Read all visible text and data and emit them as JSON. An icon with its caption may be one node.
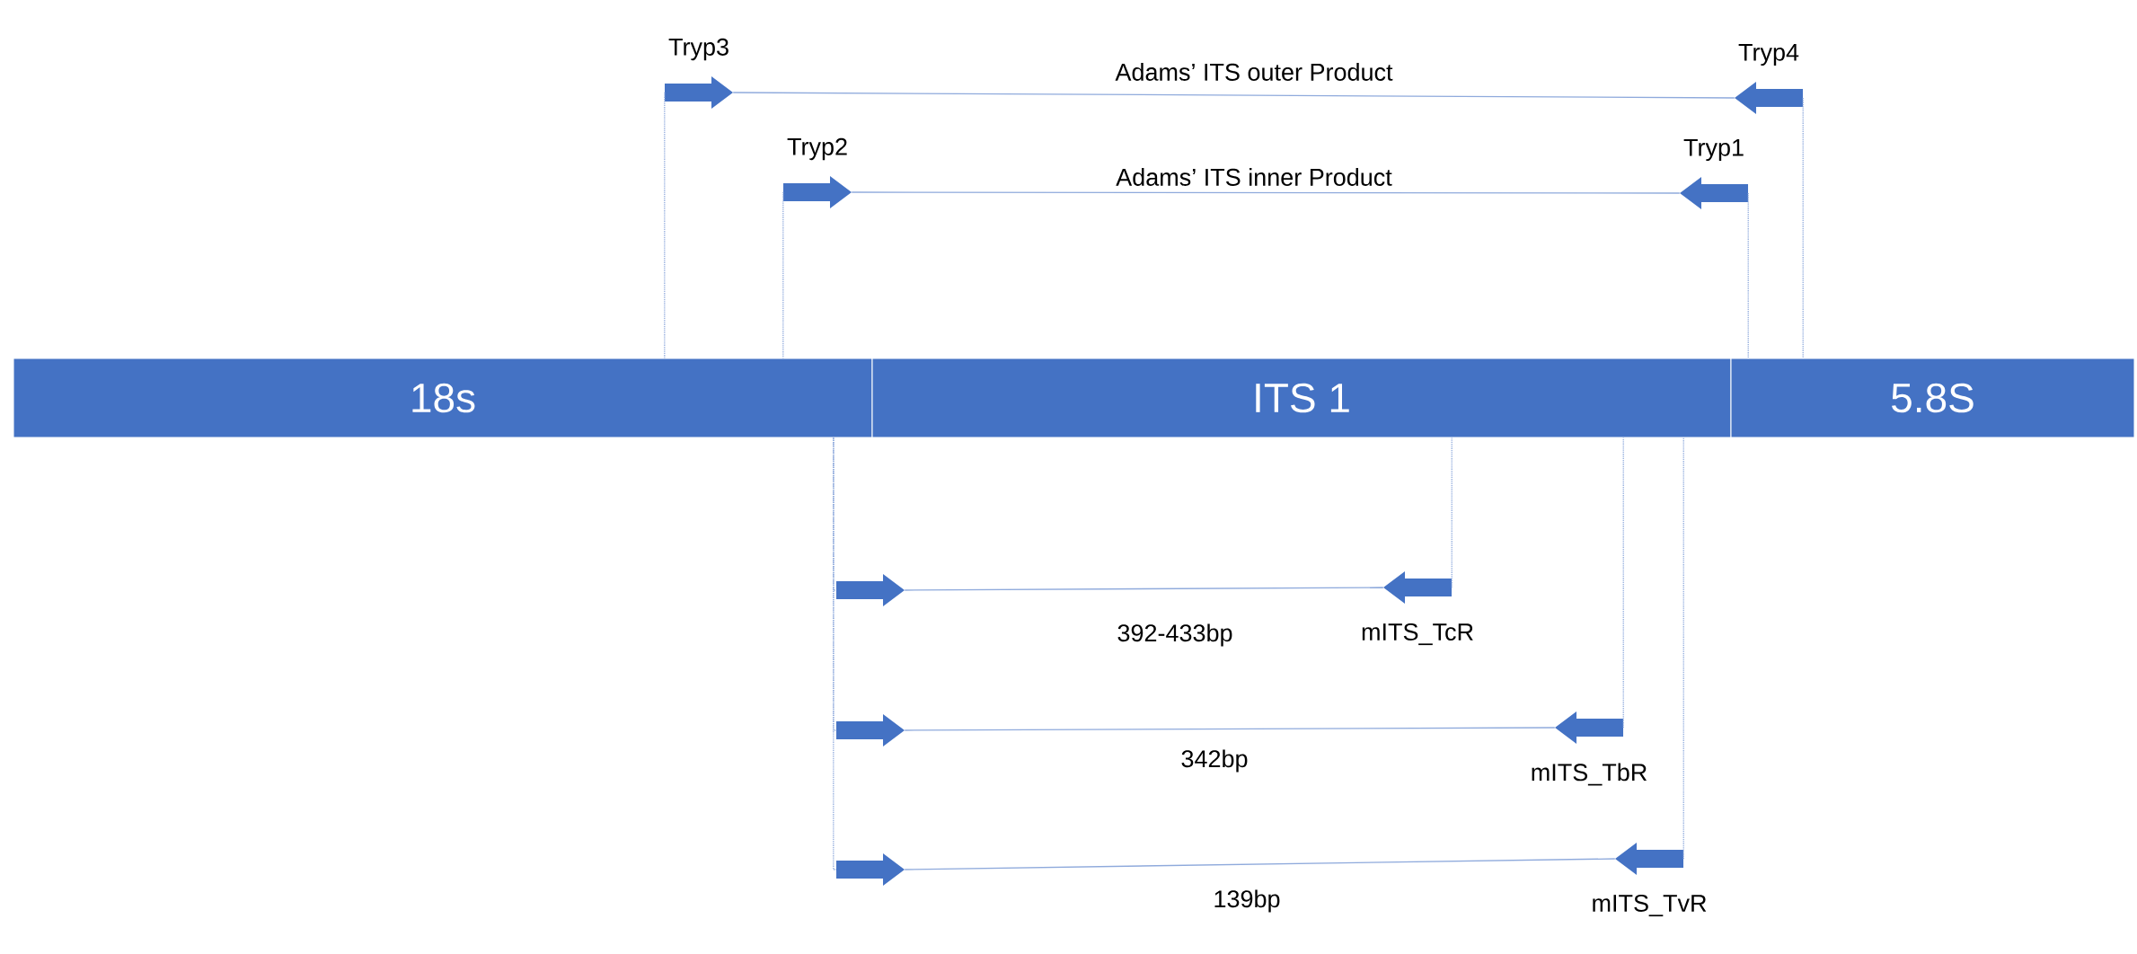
{
  "diagram": {
    "nodes": [
      {
        "text": [
          "18s"
        ]
      },
      {
        "text": [
          "ITS 1"
        ]
      },
      {
        "text": [
          "5.8S"
        ]
      },
      {
        "text": [
          "Tryp3"
        ]
      },
      {
        "text": [
          "Tryp4"
        ]
      },
      {
        "text": [
          "Tryp2"
        ]
      },
      {
        "text": [
          "Tryp1"
        ]
      },
      {
        "text": [],
        "shape": "arrow"
      },
      {
        "text": [
          "mITS_TcR"
        ]
      },
      {
        "text": [],
        "shape": "arrow"
      },
      {
        "text": [
          "mITS_TbR"
        ]
      },
      {
        "text": [],
        "shape": "arrow"
      },
      {
        "text": [
          "mITS_TvR"
        ]
      }
    ],
    "edges": [
      {
        "from": 3,
        "to": 4,
        "arrow": "none",
        "label": "Adams’ ITS outer Product"
      },
      {
        "from": 5,
        "to": 6,
        "arrow": "none",
        "label": "Adams’ ITS inner Product"
      },
      {
        "from": 7,
        "to": 8,
        "arrow": "none",
        "label": "392-433bp"
      },
      {
        "from": 9,
        "to": 10,
        "arrow": "none",
        "label": "342bp"
      },
      {
        "from": 11,
        "to": 12,
        "arrow": "none",
        "label": "139bp"
      },
      {
        "from": 3,
        "to": 0,
        "arrow": "none",
        "style": "dashed"
      },
      {
        "from": 5,
        "to": 0,
        "arrow": "none",
        "style": "dashed"
      },
      {
        "from": 6,
        "to": 2,
        "arrow": "none",
        "style": "dashed"
      },
      {
        "from": 4,
        "to": 2,
        "arrow": "none",
        "style": "dashed"
      },
      {
        "from": 0,
        "to": 7,
        "arrow": "none",
        "style": "dashed"
      },
      {
        "from": 0,
        "to": 9,
        "arrow": "none",
        "style": "dashed"
      },
      {
        "from": 0,
        "to": 11,
        "arrow": "none",
        "style": "dashed"
      },
      {
        "from": 8,
        "to": 1,
        "arrow": "none",
        "style": "dashed"
      },
      {
        "from": 10,
        "to": 1,
        "arrow": "none",
        "style": "dashed"
      },
      {
        "from": 12,
        "to": 1,
        "arrow": "none",
        "style": "dashed"
      }
    ]
  }
}
